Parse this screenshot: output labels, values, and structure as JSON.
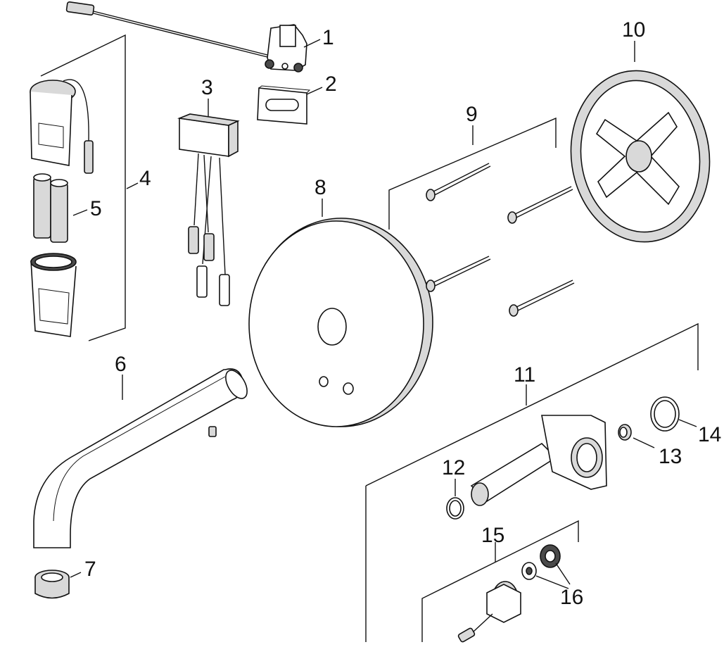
{
  "diagram": {
    "callouts": [
      {
        "id": "1",
        "label": "1"
      },
      {
        "id": "2",
        "label": "2"
      },
      {
        "id": "3",
        "label": "3"
      },
      {
        "id": "4",
        "label": "4"
      },
      {
        "id": "5",
        "label": "5"
      },
      {
        "id": "6",
        "label": "6"
      },
      {
        "id": "7",
        "label": "7"
      },
      {
        "id": "8",
        "label": "8"
      },
      {
        "id": "9",
        "label": "9"
      },
      {
        "id": "10",
        "label": "10"
      },
      {
        "id": "11",
        "label": "11"
      },
      {
        "id": "12",
        "label": "12"
      },
      {
        "id": "13",
        "label": "13"
      },
      {
        "id": "14",
        "label": "14"
      },
      {
        "id": "15",
        "label": "15"
      },
      {
        "id": "16",
        "label": "16"
      }
    ],
    "colors": {
      "line": "#111111",
      "fill_light": "#d9d9d9",
      "fill_dark": "#4a4a4a",
      "background": "#ffffff"
    }
  }
}
